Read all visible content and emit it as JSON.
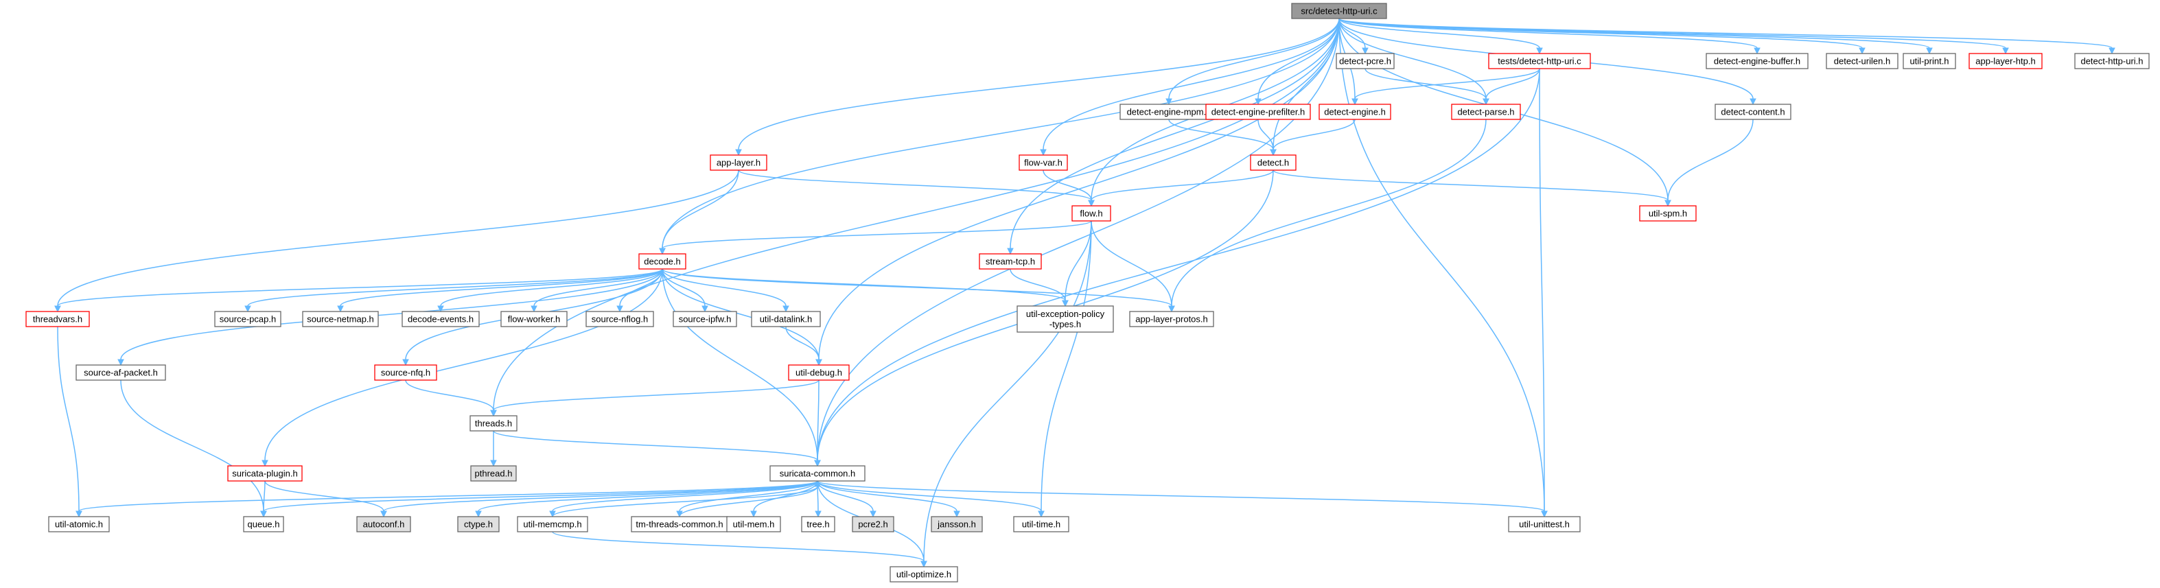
{
  "graph": {
    "colors": {
      "edge": "#63b8ff",
      "border_normal": "#666666",
      "border_red": "#ff0000",
      "fill_root": "#999999",
      "fill_system": "#e0e0e0",
      "fill_normal": "#ffffff"
    },
    "nodes": [
      {
        "id": "root",
        "label": "src/detect-http-uri.c",
        "kind": "root"
      },
      {
        "id": "detect_pcre",
        "label": "detect-pcre.h",
        "kind": "normal"
      },
      {
        "id": "tests",
        "label": "tests/detect-http-uri.c",
        "kind": "red"
      },
      {
        "id": "engine_buffer",
        "label": "detect-engine-buffer.h",
        "kind": "normal"
      },
      {
        "id": "urilen",
        "label": "detect-urilen.h",
        "kind": "normal"
      },
      {
        "id": "print",
        "label": "util-print.h",
        "kind": "normal"
      },
      {
        "id": "app_htp",
        "label": "app-layer-htp.h",
        "kind": "red"
      },
      {
        "id": "http_uri_h",
        "label": "detect-http-uri.h",
        "kind": "normal"
      },
      {
        "id": "mpm",
        "label": "detect-engine-mpm.h",
        "kind": "normal"
      },
      {
        "id": "prefilter",
        "label": "detect-engine-prefilter.h",
        "kind": "red"
      },
      {
        "id": "engine",
        "label": "detect-engine.h",
        "kind": "red"
      },
      {
        "id": "parse",
        "label": "detect-parse.h",
        "kind": "red"
      },
      {
        "id": "content",
        "label": "detect-content.h",
        "kind": "normal"
      },
      {
        "id": "app_layer",
        "label": "app-layer.h",
        "kind": "red"
      },
      {
        "id": "flow_var",
        "label": "flow-var.h",
        "kind": "red"
      },
      {
        "id": "detect",
        "label": "detect.h",
        "kind": "red"
      },
      {
        "id": "flow",
        "label": "flow.h",
        "kind": "red"
      },
      {
        "id": "spm",
        "label": "util-spm.h",
        "kind": "red"
      },
      {
        "id": "decode",
        "label": "decode.h",
        "kind": "red"
      },
      {
        "id": "stream_tcp",
        "label": "stream-tcp.h",
        "kind": "red"
      },
      {
        "id": "threadvars",
        "label": "threadvars.h",
        "kind": "red"
      },
      {
        "id": "pcap",
        "label": "source-pcap.h",
        "kind": "normal"
      },
      {
        "id": "netmap",
        "label": "source-netmap.h",
        "kind": "normal"
      },
      {
        "id": "dec_events",
        "label": "decode-events.h",
        "kind": "normal"
      },
      {
        "id": "flow_worker",
        "label": "flow-worker.h",
        "kind": "normal"
      },
      {
        "id": "nflog",
        "label": "source-nflog.h",
        "kind": "normal"
      },
      {
        "id": "ipfw",
        "label": "source-ipfw.h",
        "kind": "normal"
      },
      {
        "id": "datalink",
        "label": "util-datalink.h",
        "kind": "normal"
      },
      {
        "id": "exc_policy",
        "label": [
          "util-exception-policy",
          "-types.h"
        ],
        "kind": "normal"
      },
      {
        "id": "protos",
        "label": "app-layer-protos.h",
        "kind": "normal"
      },
      {
        "id": "af_packet",
        "label": "source-af-packet.h",
        "kind": "normal"
      },
      {
        "id": "nfq",
        "label": "source-nfq.h",
        "kind": "red"
      },
      {
        "id": "debug",
        "label": "util-debug.h",
        "kind": "red"
      },
      {
        "id": "threads",
        "label": "threads.h",
        "kind": "normal"
      },
      {
        "id": "pthread",
        "label": "pthread.h",
        "kind": "system"
      },
      {
        "id": "plugin",
        "label": "suricata-plugin.h",
        "kind": "red"
      },
      {
        "id": "common",
        "label": "suricata-common.h",
        "kind": "normal"
      },
      {
        "id": "atomic",
        "label": "util-atomic.h",
        "kind": "normal"
      },
      {
        "id": "queue",
        "label": "queue.h",
        "kind": "normal"
      },
      {
        "id": "autoconf",
        "label": "autoconf.h",
        "kind": "system"
      },
      {
        "id": "ctype",
        "label": "ctype.h",
        "kind": "system"
      },
      {
        "id": "memcmp",
        "label": "util-memcmp.h",
        "kind": "normal"
      },
      {
        "id": "tm_threads",
        "label": "tm-threads-common.h",
        "kind": "normal"
      },
      {
        "id": "mem",
        "label": "util-mem.h",
        "kind": "normal"
      },
      {
        "id": "tree",
        "label": "tree.h",
        "kind": "normal"
      },
      {
        "id": "pcre2",
        "label": "pcre2.h",
        "kind": "system"
      },
      {
        "id": "jansson",
        "label": "jansson.h",
        "kind": "system"
      },
      {
        "id": "time",
        "label": "util-time.h",
        "kind": "normal"
      },
      {
        "id": "unittest",
        "label": "util-unittest.h",
        "kind": "normal"
      },
      {
        "id": "optimize",
        "label": "util-optimize.h",
        "kind": "normal"
      }
    ],
    "edges": [
      [
        "root",
        "detect_pcre"
      ],
      [
        "root",
        "tests"
      ],
      [
        "root",
        "engine_buffer"
      ],
      [
        "root",
        "urilen"
      ],
      [
        "root",
        "print"
      ],
      [
        "root",
        "app_htp"
      ],
      [
        "root",
        "http_uri_h"
      ],
      [
        "root",
        "mpm"
      ],
      [
        "root",
        "prefilter"
      ],
      [
        "root",
        "engine"
      ],
      [
        "root",
        "parse"
      ],
      [
        "root",
        "content"
      ],
      [
        "root",
        "app_layer"
      ],
      [
        "root",
        "flow_var"
      ],
      [
        "root",
        "detect"
      ],
      [
        "root",
        "flow"
      ],
      [
        "root",
        "spm"
      ],
      [
        "root",
        "decode"
      ],
      [
        "root",
        "stream_tcp"
      ],
      [
        "root",
        "threads"
      ],
      [
        "root",
        "debug"
      ],
      [
        "root",
        "common"
      ],
      [
        "root",
        "unittest"
      ],
      [
        "detect_pcre",
        "parse"
      ],
      [
        "tests",
        "engine"
      ],
      [
        "tests",
        "parse"
      ],
      [
        "tests",
        "common"
      ],
      [
        "tests",
        "unittest"
      ],
      [
        "mpm",
        "detect"
      ],
      [
        "prefilter",
        "detect"
      ],
      [
        "engine",
        "detect"
      ],
      [
        "parse",
        "protos"
      ],
      [
        "content",
        "spm"
      ],
      [
        "app_layer",
        "decode"
      ],
      [
        "app_layer",
        "flow"
      ],
      [
        "app_layer",
        "threadvars"
      ],
      [
        "flow_var",
        "flow"
      ],
      [
        "detect",
        "flow"
      ],
      [
        "detect",
        "spm"
      ],
      [
        "detect",
        "common"
      ],
      [
        "flow",
        "decode"
      ],
      [
        "flow",
        "exc_policy"
      ],
      [
        "flow",
        "protos"
      ],
      [
        "flow",
        "time"
      ],
      [
        "flow",
        "optimize"
      ],
      [
        "stream_tcp",
        "exc_policy"
      ],
      [
        "decode",
        "threadvars"
      ],
      [
        "decode",
        "pcap"
      ],
      [
        "decode",
        "netmap"
      ],
      [
        "decode",
        "dec_events"
      ],
      [
        "decode",
        "flow_worker"
      ],
      [
        "decode",
        "nflog"
      ],
      [
        "decode",
        "ipfw"
      ],
      [
        "decode",
        "datalink"
      ],
      [
        "decode",
        "exc_policy"
      ],
      [
        "decode",
        "protos"
      ],
      [
        "decode",
        "af_packet"
      ],
      [
        "decode",
        "nfq"
      ],
      [
        "decode",
        "debug"
      ],
      [
        "decode",
        "plugin"
      ],
      [
        "decode",
        "common"
      ],
      [
        "threadvars",
        "atomic"
      ],
      [
        "af_packet",
        "queue"
      ],
      [
        "nfq",
        "threads"
      ],
      [
        "datalink",
        "debug"
      ],
      [
        "debug",
        "threads"
      ],
      [
        "debug",
        "common"
      ],
      [
        "threads",
        "pthread"
      ],
      [
        "threads",
        "common"
      ],
      [
        "plugin",
        "queue"
      ],
      [
        "plugin",
        "autoconf"
      ],
      [
        "common",
        "atomic"
      ],
      [
        "common",
        "queue"
      ],
      [
        "common",
        "autoconf"
      ],
      [
        "common",
        "ctype"
      ],
      [
        "common",
        "memcmp"
      ],
      [
        "common",
        "tm_threads"
      ],
      [
        "common",
        "mem"
      ],
      [
        "common",
        "tree"
      ],
      [
        "common",
        "pcre2"
      ],
      [
        "common",
        "jansson"
      ],
      [
        "common",
        "time"
      ],
      [
        "common",
        "unittest"
      ],
      [
        "common",
        "optimize"
      ],
      [
        "memcmp",
        "common"
      ],
      [
        "memcmp",
        "optimize"
      ],
      [
        "tm_threads",
        "common"
      ]
    ]
  }
}
